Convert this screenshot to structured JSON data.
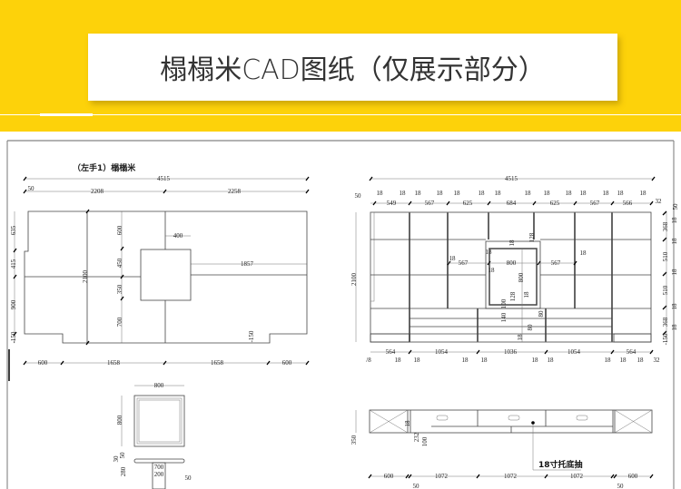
{
  "banner": {
    "title": "榻榻米CAD图纸（仅展示部分）",
    "accent": "#fdd20a"
  },
  "left_plan": {
    "title": "（左手1）榻榻米",
    "top": [
      "4515",
      "50",
      "2208",
      "2258"
    ],
    "left": [
      "635",
      "415",
      "900",
      "-150"
    ],
    "inner": [
      "2100",
      "600",
      "450",
      "350",
      "700",
      "400",
      "1857",
      "-150"
    ],
    "bottom": [
      "600",
      "1658",
      "1658",
      "600"
    ]
  },
  "table": [
    "800",
    "800",
    "30",
    "50",
    "280",
    "700",
    "200",
    "50"
  ],
  "elevation": {
    "total": "4515",
    "top": [
      "50",
      "549",
      "567",
      "625",
      "684",
      "625",
      "567",
      "566",
      "32"
    ],
    "top_18": [
      "18",
      "18",
      "18",
      "18",
      "18",
      "18",
      "18",
      "18",
      "18",
      "18",
      "18",
      "18",
      "18",
      "18"
    ],
    "left": "2100",
    "right": [
      "50",
      "368",
      "510",
      "510",
      "368",
      "-150"
    ],
    "right_18": [
      "18",
      "18",
      "18",
      "18",
      "18"
    ],
    "center": [
      "18",
      "567",
      "800",
      "567",
      "18",
      "18",
      "18",
      "18",
      "128",
      "800",
      "18",
      "128",
      "100",
      "140",
      "80",
      "80",
      "18"
    ],
    "bottom": [
      "564",
      "1054",
      "1036",
      "1054",
      "564"
    ],
    "bottom_18": [
      "/8",
      "18",
      "18",
      "18",
      "18",
      "18",
      "18",
      "18",
      "18",
      "18",
      "32"
    ]
  },
  "drawer_plan": {
    "left": "350",
    "inner": [
      "18",
      "232",
      "100"
    ],
    "bottom": [
      "600",
      "1072",
      "1072",
      "1072",
      "600",
      "50",
      "50"
    ],
    "label": "18寸托底抽"
  }
}
